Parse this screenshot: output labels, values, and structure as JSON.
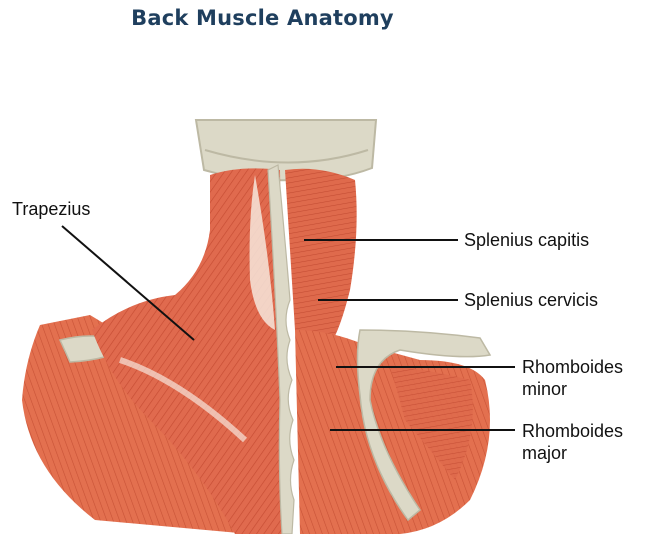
{
  "title": "Back Muscle Anatomy",
  "labels": {
    "trapezius": "Trapezius",
    "splenius_capitis": "Splenius capitis",
    "splenius_cervicis": "Splenius cervicis",
    "rhomboides_minor_line1": "Rhomboides",
    "rhomboides_minor_line2": "minor",
    "rhomboides_major_line1": "Rhomboides",
    "rhomboides_major_line2": "major"
  },
  "colors": {
    "muscle": "#e06a4e",
    "muscle_dark": "#c64c33",
    "muscle_light": "#f0a58b",
    "bone": "#dcd9c7",
    "bone_shadow": "#bdb9a4",
    "tendon": "#f6e6dc",
    "title": "#1f3f5e",
    "leader_line": "#111111"
  }
}
